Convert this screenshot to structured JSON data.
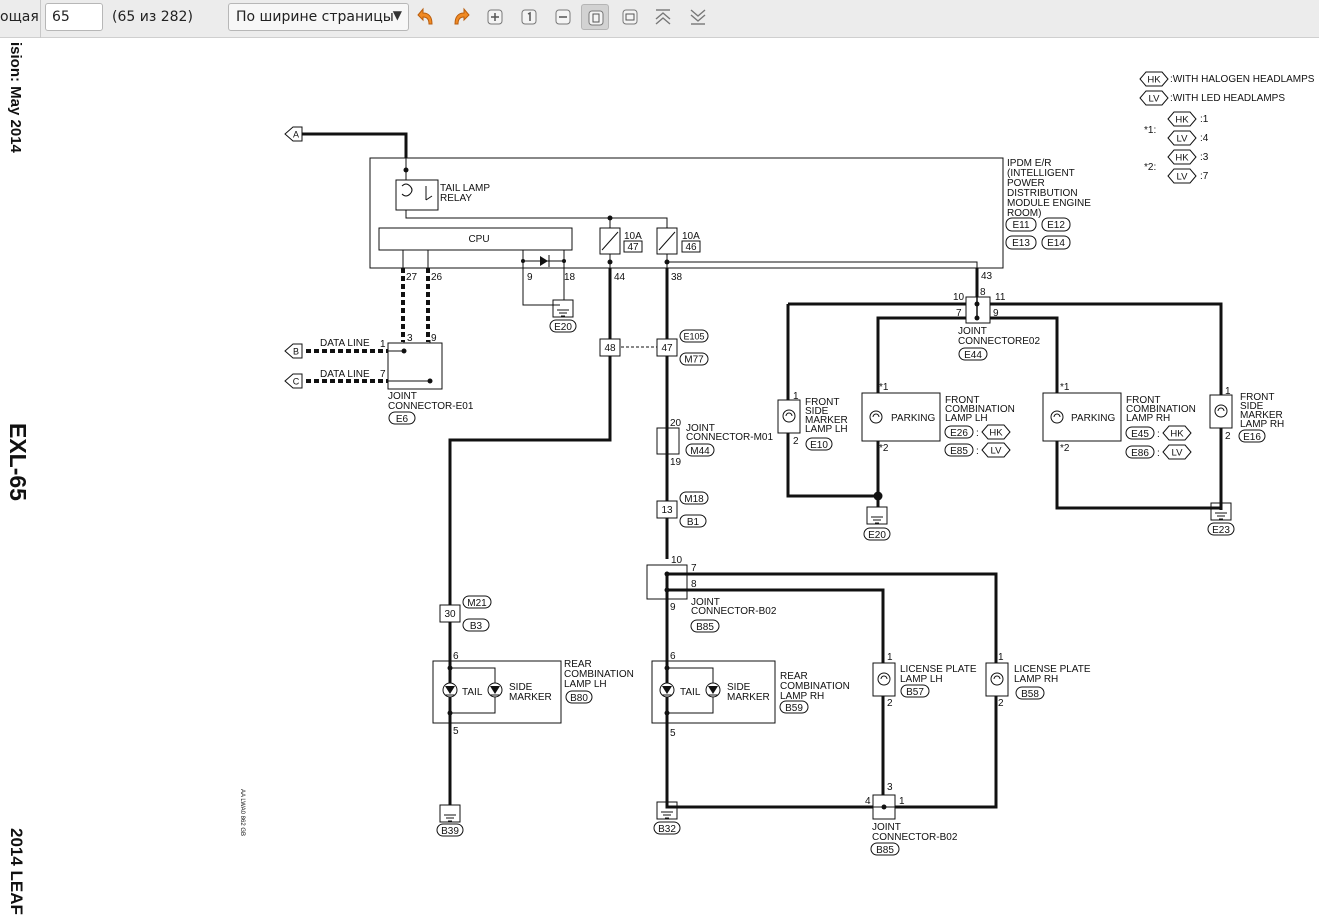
{
  "toolbar": {
    "prev_label": "ощая",
    "page_value": "65",
    "page_count": "(65 из 282)",
    "zoom_label": "По ширине страницы",
    "buttons": [
      "rotate-left-icon",
      "rotate-right-icon",
      "zoom-in-icon",
      "actual-size-icon",
      "zoom-out-icon",
      "fit-page-icon",
      "fit-width-icon",
      "continuous-icon",
      "dual-page-icon"
    ]
  },
  "margin": {
    "revision": "ision: May 2014",
    "page_code": "EXL-65",
    "footer": "2014 LEAF"
  },
  "diagram": {
    "legend": {
      "hk_tag": "HK",
      "hk_text": ":WITH HALOGEN HEADLAMPS",
      "lv_tag": "LV",
      "lv_text": ":WITH LED HEADLAMPS",
      "star1": "*1:",
      "star2": "*2:",
      "star1_hk": ":1",
      "star1_lv": ":4",
      "star2_hk": ":3",
      "star2_lv": ":7"
    },
    "ipdm": {
      "l1": "IPDM E/R",
      "l2": "(INTELLIGENT",
      "l3": "POWER",
      "l4": "DISTRIBUTION",
      "l5": "MODULE ENGINE",
      "l6": "ROOM)",
      "c1": "E11",
      "c2": "E12",
      "c3": "E13",
      "c4": "E14",
      "relay1": "TAIL LAMP",
      "relay2": "RELAY",
      "cpu": "CPU",
      "fuse1_amp": "10A",
      "fuse1_no": "47",
      "fuse2_amp": "10A",
      "fuse2_no": "46",
      "p27": "27",
      "p26": "26",
      "p9": "9",
      "p18": "18",
      "p44": "44",
      "p38": "38",
      "p43": "43"
    },
    "arrows": {
      "a": "A",
      "b": "B",
      "c": "C"
    },
    "data_line": "DATA LINE",
    "jc_e01": {
      "l1": "JOINT",
      "l2": "CONNECTOR-E01",
      "conn": "E6",
      "p3": "3",
      "p9": "9",
      "p1": "1",
      "p7": "7"
    },
    "gnd": {
      "e20a": "E20",
      "e20b": "E20",
      "e23": "E23",
      "b39": "B39",
      "b32": "B32"
    },
    "inline": {
      "c48": "48",
      "c47": "47",
      "e105": "E105",
      "m77": "M77",
      "c13": "13",
      "m18": "M18",
      "b1": "B1",
      "c30": "30",
      "m21": "M21",
      "b3": "B3"
    },
    "jc_m01": {
      "l1": "JOINT",
      "l2": "CONNECTOR-M01",
      "conn": "M44",
      "p20": "20",
      "p19": "19"
    },
    "jc_e02": {
      "l1": "JOINT",
      "l2": "CONNECTORE02",
      "conn": "E44",
      "p10": "10",
      "p8": "8",
      "p11": "11",
      "p7": "7",
      "p9": "9"
    },
    "fsm_lh": {
      "l1": "FRONT",
      "l2": "SIDE",
      "l3": "MARKER",
      "l4": "LAMP LH",
      "conn": "E10",
      "p1": "1",
      "p2": "2"
    },
    "fsm_rh": {
      "l1": "FRONT",
      "l2": "SIDE",
      "l3": "MARKER",
      "l4": "LAMP RH",
      "conn": "E16",
      "p1": "1",
      "p2": "2"
    },
    "fcl_lh": {
      "l1": "FRONT",
      "l2": "COMBINATION",
      "l3": "LAMP LH",
      "parking": "PARKING",
      "c1": "E26",
      "c2": "E85",
      "sep": ":",
      "s1": "*1",
      "s2": "*2"
    },
    "fcl_rh": {
      "l1": "FRONT",
      "l2": "COMBINATION",
      "l3": "LAMP RH",
      "parking": "PARKING",
      "c1": "E45",
      "c2": "E86",
      "sep": ":",
      "s1": "*1",
      "s2": "*2"
    },
    "jc_b02_top": {
      "l1": "JOINT",
      "l2": "CONNECTOR-B02",
      "conn": "B85",
      "p10": "10",
      "p7": "7",
      "p8": "8",
      "p9": "9"
    },
    "jc_b02_bot": {
      "l1": "JOINT",
      "l2": "CONNECTOR-B02",
      "conn": "B85",
      "p3": "3",
      "p4": "4",
      "p1": "1"
    },
    "rcl_lh": {
      "l1": "REAR",
      "l2": "COMBINATION",
      "l3": "LAMP LH",
      "tail": "TAIL",
      "side1": "SIDE",
      "side2": "MARKER",
      "conn": "B80",
      "p6": "6",
      "p5": "5"
    },
    "rcl_rh": {
      "l1": "REAR",
      "l2": "COMBINATION",
      "l3": "LAMP RH",
      "tail": "TAIL",
      "side1": "SIDE",
      "side2": "MARKER",
      "conn": "B59",
      "p6": "6",
      "p5": "5"
    },
    "lpl_lh": {
      "l1": "LICENSE PLATE",
      "l2": "LAMP LH",
      "conn": "B57",
      "p1": "1",
      "p2": "2"
    },
    "lpl_rh": {
      "l1": "LICENSE PLATE",
      "l2": "LAMP RH",
      "conn": "B58",
      "p1": "1",
      "p2": "2"
    },
    "ref_code": "AA LWA0 862 GB"
  }
}
